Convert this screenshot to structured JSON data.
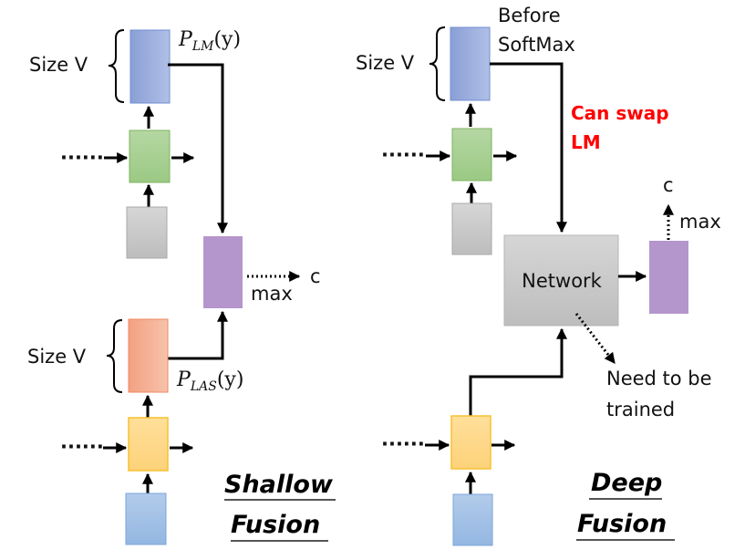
{
  "shallow": {
    "title_line1": "Shallow",
    "title_line2": "Fusion",
    "lm_size_label": "Size V",
    "las_size_label": "Size V",
    "p_lm": {
      "symbol": "P",
      "sub": "LM",
      "arg": "(y)"
    },
    "p_las": {
      "symbol": "P",
      "sub": "LAS",
      "arg": "(y)"
    },
    "max_label": "max",
    "output_label": "c",
    "ellipsis": "······"
  },
  "deep": {
    "title_line1": "Deep",
    "title_line2": "Fusion",
    "size_label": "Size V",
    "before_softmax_line1": "Before",
    "before_softmax_line2": "SoftMax",
    "swap_note_line1": "Can swap",
    "swap_note_line2": "LM",
    "network_label": "Network",
    "train_note_line1": "Need to be",
    "train_note_line2": "trained",
    "max_label": "max",
    "output_label": "c",
    "ellipsis": "······"
  },
  "colors": {
    "lm_output": "#8fa3d9",
    "lm_hidden": "#a5cf8e",
    "lm_input": "#c8c8c8",
    "fused": "#b496cc",
    "las_output": "#f4a98a",
    "las_hidden": "#ffd98a",
    "las_input": "#a3c1e6",
    "network": "#c9c9c9",
    "highlight_text": "#ff0000"
  }
}
